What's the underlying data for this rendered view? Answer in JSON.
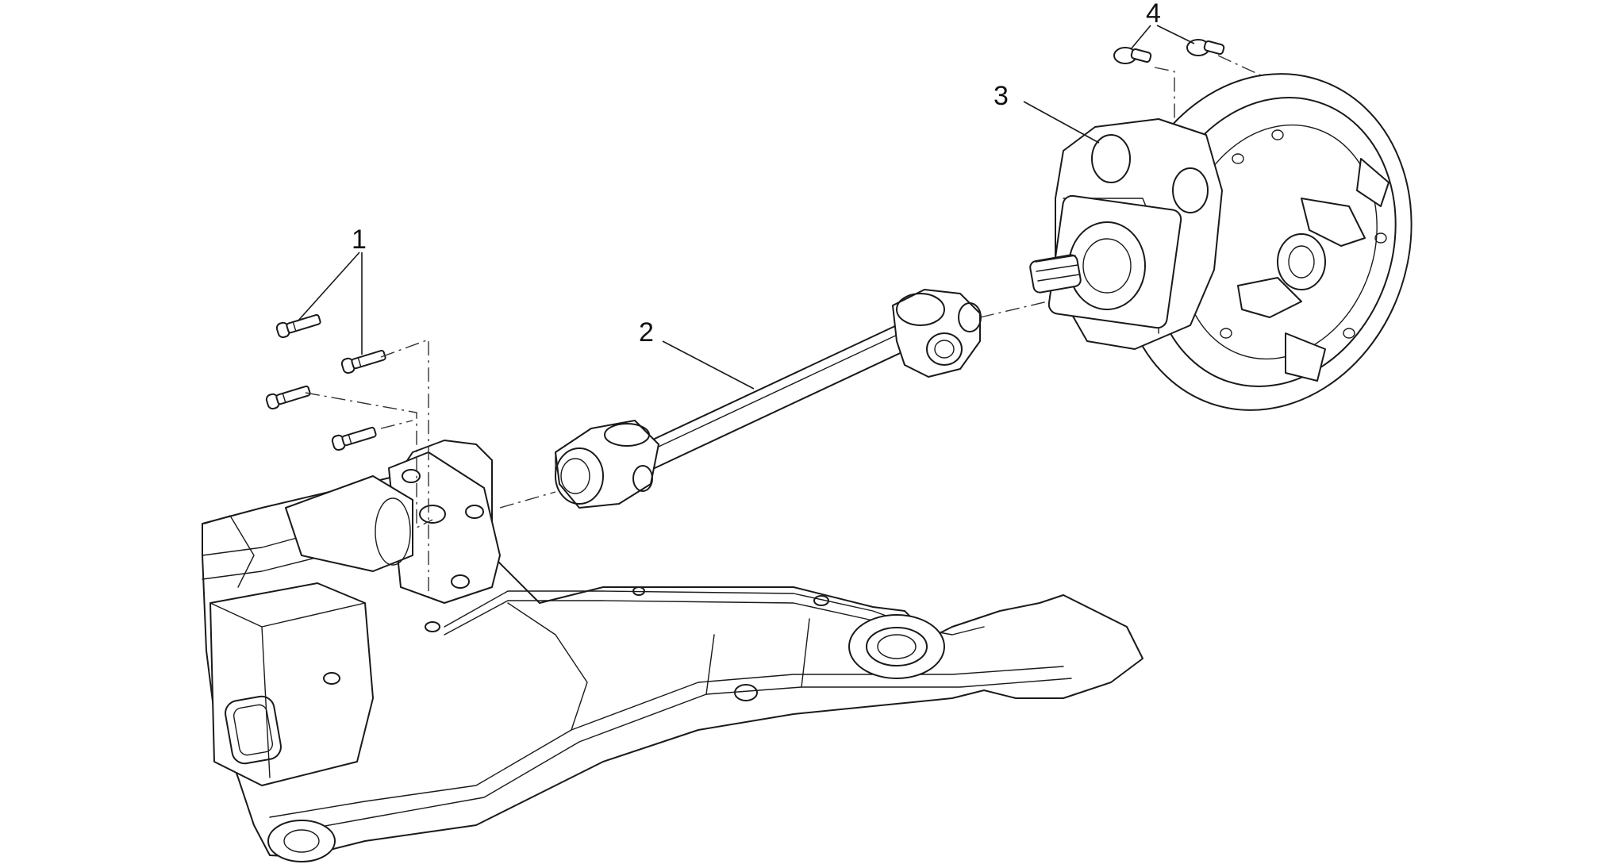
{
  "callouts": [
    {
      "id": "1",
      "label": "1"
    },
    {
      "id": "2",
      "label": "2"
    },
    {
      "id": "3",
      "label": "3"
    },
    {
      "id": "4",
      "label": "4"
    }
  ],
  "colors": {
    "line": "#1a1a1a",
    "background": "#ffffff"
  },
  "icons": {
    "bolts": "screw-icon",
    "shaft": "cardan-shaft-icon",
    "hub": "final-drive-icon",
    "arm": "swingarm-icon"
  }
}
